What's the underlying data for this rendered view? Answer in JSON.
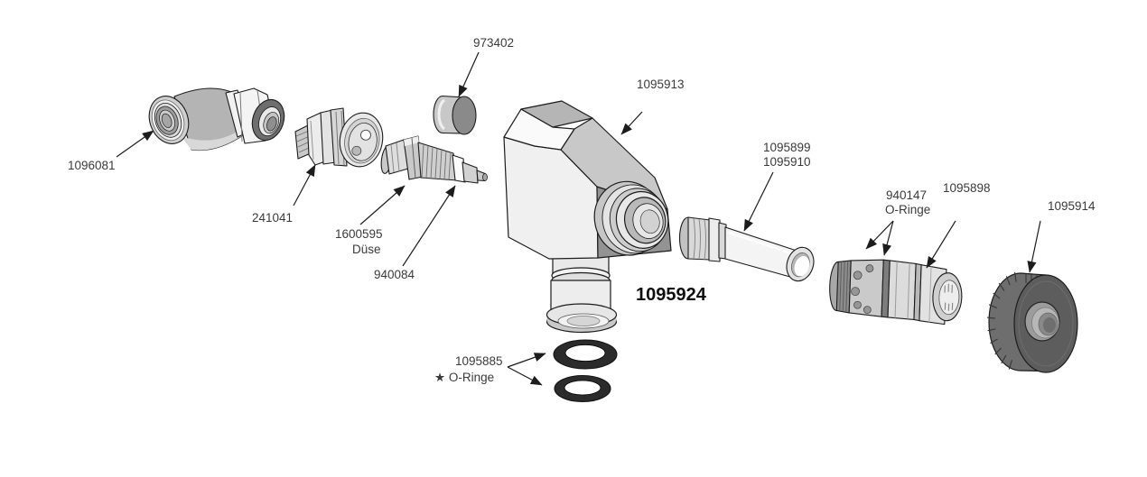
{
  "diagram": {
    "type": "exploded-parts-diagram",
    "background_color": "#ffffff",
    "line_color": "#1c1c1c",
    "text_color": "#3a3a3a",
    "oring_color": "#2b2b2b",
    "assembly_number": "1095924",
    "callouts": {
      "elbow_fitting": {
        "part_number": "1096081"
      },
      "male_coupler": {
        "part_number": "241041"
      },
      "nozzle": {
        "part_number": "1600595",
        "description": "Düse"
      },
      "valve_stem": {
        "part_number": "940084"
      },
      "cap": {
        "part_number": "973402"
      },
      "valve_body": {
        "part_number": "1095913"
      },
      "tube": {
        "part_number": "1095899",
        "part_number_alt": "1095910"
      },
      "body_orings": {
        "part_number": "1095885",
        "description": "★ O-Ringe"
      },
      "coupler_orings": {
        "part_number": "940147",
        "description": "O-Ringe"
      },
      "female_coupler": {
        "part_number": "1095898"
      },
      "knurled_nut": {
        "part_number": "1095914"
      }
    }
  }
}
